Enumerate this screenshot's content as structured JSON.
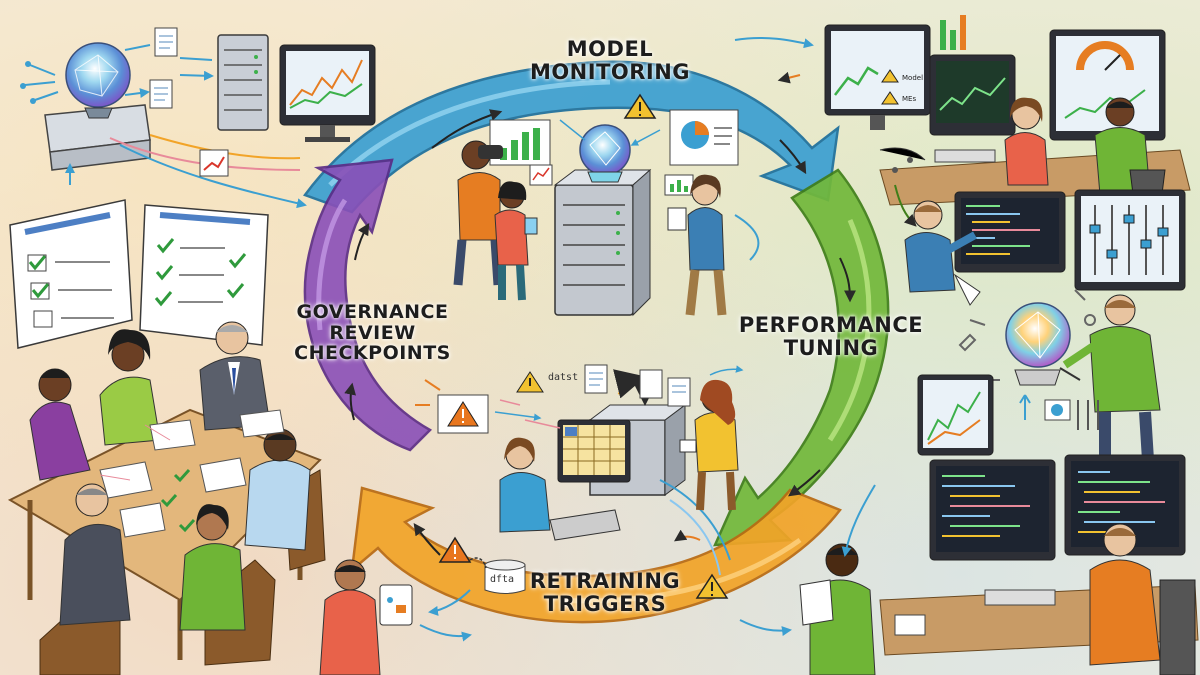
{
  "stages": [
    {
      "id": "monitoring",
      "lines": [
        "MODEL",
        "MONITORING"
      ],
      "color": "#3b9fd1"
    },
    {
      "id": "tuning",
      "lines": [
        "PERFORMANCE",
        "TUNING"
      ],
      "color": "#6fb536"
    },
    {
      "id": "retraining",
      "lines": [
        "RETRAINING",
        "TRIGGERS"
      ],
      "color": "#f2a428"
    },
    {
      "id": "governance",
      "lines": [
        "GOVERNANCE",
        "REVIEW",
        "CHECKPOINTS"
      ],
      "color": "#8a4fb8"
    }
  ],
  "scribbles": {
    "monitor_legend_1": "Model",
    "monitor_legend_2": "MEs",
    "dataset_note": "datst",
    "disk_label": "dfta"
  },
  "colors": {
    "warning": "#e8761e",
    "check": "#2f9a3c",
    "screen": "#eaf2f8",
    "paper": "#f3ecdf"
  }
}
